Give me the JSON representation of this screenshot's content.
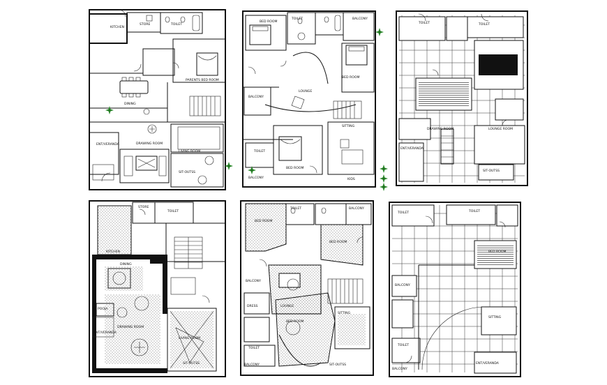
{
  "colors": {
    "ink": "#111111",
    "paper": "#ffffff",
    "plant_green": "#2e8b2e"
  },
  "plans": [
    {
      "id": "plan-1",
      "rooms": {
        "kitchen": "KITCHEN",
        "store": "STORE",
        "toilet": "TOILET",
        "dining": "DINING",
        "parents_bed": "PARENTS BED ROOM",
        "drawing": "DRAWING ROOM",
        "living": "LIVING ROOM",
        "entry": "ENT/VERANDA",
        "sit_out": "SIT-OUTSS"
      }
    },
    {
      "id": "plan-2",
      "rooms": {
        "bed1": "BED ROOM",
        "toilet": "TOILET",
        "balcony_top": "BALCONY",
        "bed2": "BED ROOM",
        "lounge": "LOUNGE",
        "balcony_left": "BALCONY",
        "toilet2": "TOILET",
        "bed3": "BED ROOM",
        "balcony_bottom": "BALCONY",
        "sitting": "SITTING",
        "kids": "KIDS"
      }
    },
    {
      "id": "plan-3",
      "rooms": {
        "toilet": "TOILET",
        "toilet2": "TOILET",
        "lounge": "LOUNGE ROOM",
        "drawing": "DRAWING ROOM",
        "entry": "ENT/VERANDA",
        "sit_out": "SIT-OUTSS"
      }
    },
    {
      "id": "plan-4",
      "rooms": {
        "kitchen": "KITCHEN",
        "store": "STORE",
        "toilet": "TOILET",
        "dining": "DINING",
        "drawing": "DRAWING ROOM",
        "pooja": "POOJA",
        "entry": "ENT/VERANDA",
        "living": "LIVING ROOM",
        "sit_out": "SIT-OUTSS"
      }
    },
    {
      "id": "plan-5",
      "rooms": {
        "bed1": "BED ROOM",
        "toilet": "TOILET",
        "balcony": "BALCONY",
        "bed2": "BED ROOM",
        "balcony2": "BALCONY",
        "lounge": "LOUNGE",
        "dress": "DRESS",
        "toilet2": "TOILET",
        "bed3": "BED ROOM",
        "sitting": "SITTING",
        "balcony3": "BALCONY",
        "sit_out": "SIT-OUTSS"
      }
    },
    {
      "id": "plan-6",
      "rooms": {
        "toilet": "TOILET",
        "toilet2": "TOILET",
        "bed": "BED ROOM",
        "balcony": "BALCONY",
        "sitting": "SITTING",
        "toilet3": "TOILET",
        "balcony2": "BALCONY",
        "entry": "ENT/VERANDA"
      }
    }
  ]
}
